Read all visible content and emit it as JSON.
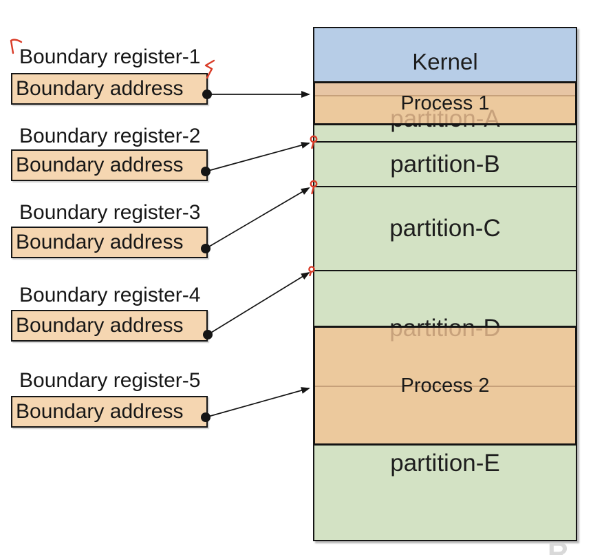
{
  "registers": [
    {
      "label": "Boundary register-1",
      "value": "Boundary address"
    },
    {
      "label": "Boundary register-2",
      "value": "Boundary address"
    },
    {
      "label": "Boundary register-3",
      "value": "Boundary address"
    },
    {
      "label": "Boundary register-4",
      "value": "Boundary address"
    },
    {
      "label": "Boundary register-5",
      "value": "Boundary address"
    }
  ],
  "memory": {
    "blocks": [
      {
        "label": "Kernel",
        "type": "kernel"
      },
      {
        "label": "partition-A",
        "type": "partition"
      },
      {
        "label": "partition-B",
        "type": "partition"
      },
      {
        "label": "partition-C",
        "type": "partition"
      },
      {
        "label": "partition-D",
        "type": "partition"
      },
      {
        "label": "partition-E",
        "type": "partition"
      }
    ],
    "processes": [
      {
        "label": "Process 1",
        "over": "partition-A"
      },
      {
        "label": "Process 2",
        "over": "partition-D / partition-E"
      }
    ]
  },
  "arrows": [
    {
      "from": "Boundary register-1",
      "to": "start of partition-A"
    },
    {
      "from": "Boundary register-2",
      "to": "start of partition-B"
    },
    {
      "from": "Boundary register-3",
      "to": "start of partition-C"
    },
    {
      "from": "Boundary register-4",
      "to": "start of partition-D"
    },
    {
      "from": "Boundary register-5",
      "to": "start of partition-E"
    }
  ],
  "annotations": {
    "red_marks": [
      "corner-tick-top-left",
      "tick-after-register-1",
      "ribbon-at-partition-b-start",
      "ribbon-at-partition-c-start",
      "ring-at-partition-d-start"
    ]
  },
  "watermark": "R",
  "colors": {
    "kernel_fill": "#b7cde7",
    "partition_fill": "#d3e2c4",
    "register_box_fill": "#f5d6b1",
    "process_fill": "#f3c393",
    "annotation_red": "#d93b27",
    "line_black": "#151515"
  }
}
